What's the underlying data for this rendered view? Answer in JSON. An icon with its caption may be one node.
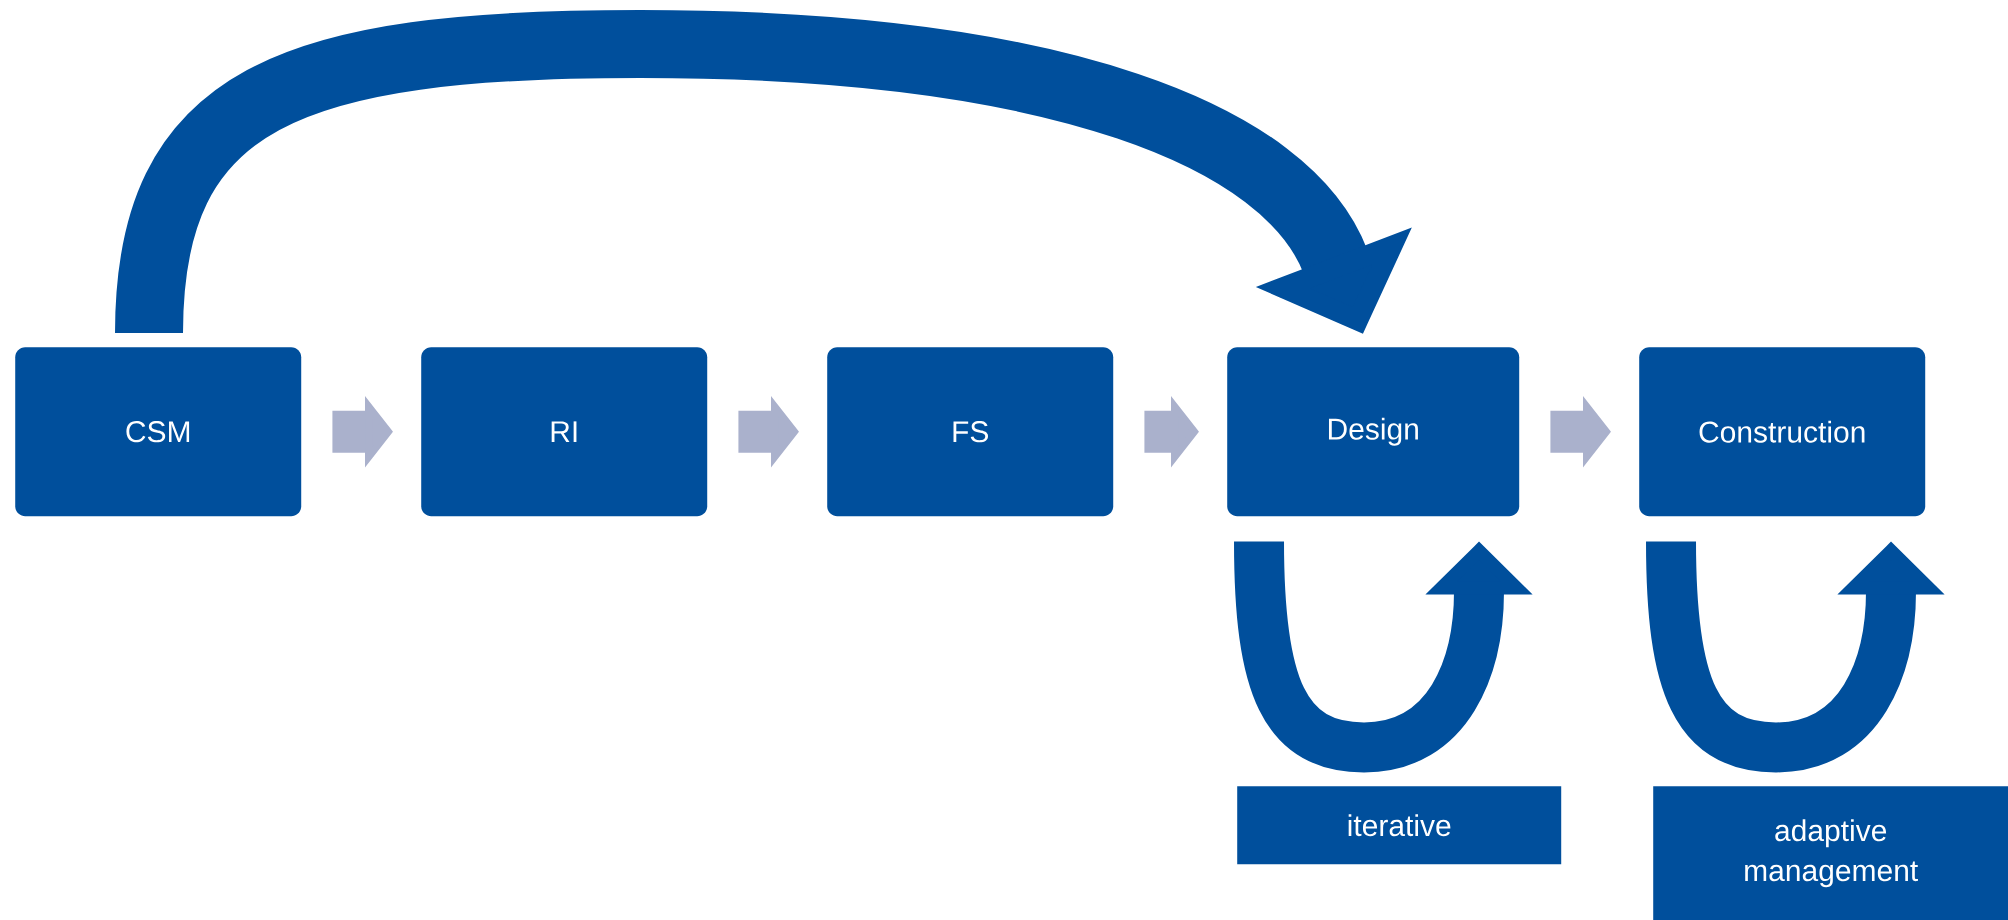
{
  "diagram": {
    "nodes": [
      {
        "text": [
          "CSM"
        ]
      },
      {
        "text": [
          "RI"
        ]
      },
      {
        "text": [
          "FS"
        ]
      },
      {
        "text": [
          "Design"
        ]
      },
      {
        "text": [
          "Construction"
        ]
      },
      {
        "text": [
          "iterative"
        ]
      },
      {
        "text": [
          "adaptive management"
        ]
      }
    ],
    "edges": [
      {
        "from": 0,
        "to": 1,
        "arrow": "to"
      },
      {
        "from": 1,
        "to": 2,
        "arrow": "to"
      },
      {
        "from": 2,
        "to": 3,
        "arrow": "to"
      },
      {
        "from": 3,
        "to": 4,
        "arrow": "to"
      },
      {
        "from": 0,
        "to": 3,
        "arrow": "to",
        "color": "#004f9c"
      },
      {
        "from": 3,
        "to": 3,
        "arrow": "to",
        "color": "#004f9c"
      },
      {
        "from": 4,
        "to": 4,
        "arrow": "to",
        "color": "#004f9c"
      }
    ]
  }
}
